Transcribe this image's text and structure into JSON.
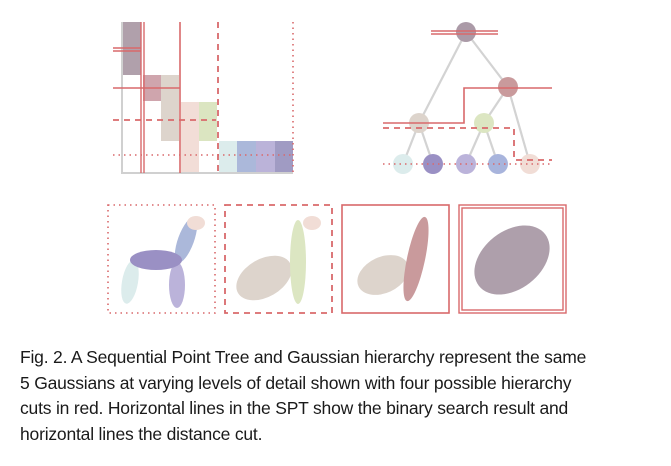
{
  "figure": {
    "caption_lines": [
      "Fig. 2.  A Sequential Point Tree and Gaussian hierarchy represent the same",
      "5 Gaussians at varying levels of detail shown with four possible hierarchy",
      "cuts in red. Horizontal lines in the SPT show the binary search result and",
      "horizontal lines the distance cut."
    ]
  },
  "colors": {
    "cut_red": "#d9696b",
    "root": "#ab9aa7",
    "inner_rose": "#c99a9c",
    "inner_beige": "#ddd4cc",
    "inner_green": "#dce6c2",
    "leaf_teal": "#dcecec",
    "leaf_purple": "#9a90c4",
    "leaf_lavender": "#bbb3da",
    "leaf_blue": "#a8b4dc",
    "leaf_pink": "#f1ddd6"
  }
}
